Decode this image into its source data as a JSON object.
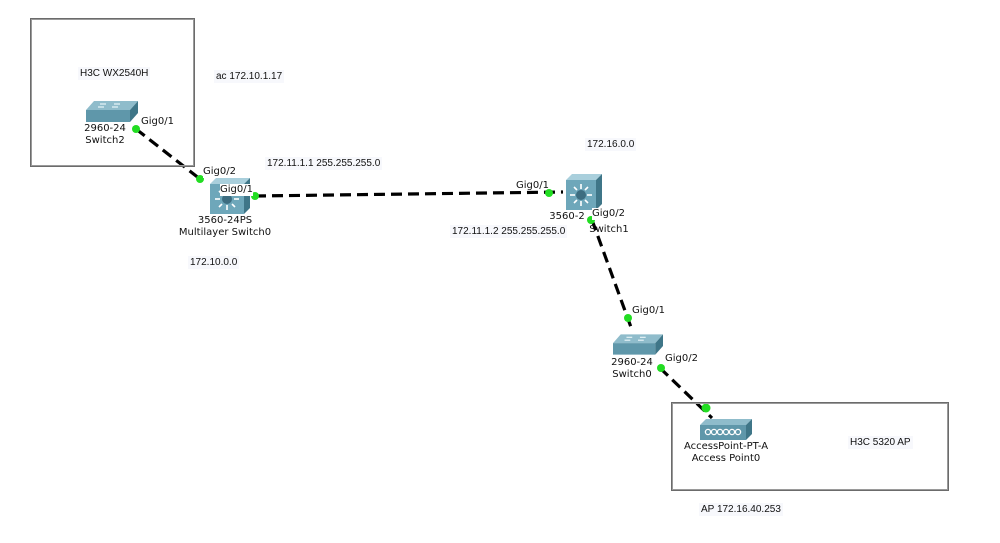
{
  "diagram": {
    "areas": [
      {
        "id": "area-ac",
        "note": "H3C WX2540H"
      },
      {
        "id": "area-ap",
        "note": "H3C 5320 AP"
      }
    ],
    "notes": {
      "ac_ip": "ac 172.10.1.17",
      "link_ip_left": "172.11.1.1 255.255.255.0",
      "link_ip_right": "172.11.1.2 255.255.255.0",
      "net_left": "172.10.0.0",
      "net_right": "172.16.0.0",
      "ap_ip": "AP 172.16.40.253"
    },
    "devices": {
      "switch2": {
        "model": "2960-24",
        "name": "Switch2",
        "icon": "switch-icon"
      },
      "mls0": {
        "model": "3560-24PS",
        "name": "Multilayer Switch0",
        "icon": "multilayer-switch-icon"
      },
      "switch1": {
        "model": "3560-2",
        "name": "Switch1",
        "icon": "multilayer-switch-icon"
      },
      "switch0": {
        "model": "2960-24",
        "name": "Switch0",
        "icon": "switch-icon"
      },
      "ap0": {
        "model": "AccessPoint-PT-A",
        "name": "Access Point0",
        "icon": "access-point-icon"
      }
    },
    "links": [
      {
        "from": "Switch2",
        "from_port": "Gig0/1",
        "to": "Multilayer Switch0",
        "to_port": "Gig0/2",
        "status": "up"
      },
      {
        "from": "Multilayer Switch0",
        "from_port": "Gig0/1",
        "to": "Switch1",
        "to_port": "Gig0/1",
        "status": "up"
      },
      {
        "from": "Switch1",
        "from_port": "Gig0/2",
        "to": "Switch0",
        "to_port": "Gig0/1",
        "status": "up"
      },
      {
        "from": "Switch0",
        "from_port": "Gig0/2",
        "to": "Access Point0",
        "to_port": "",
        "status": "up"
      }
    ],
    "colors": {
      "link": "#000000",
      "port_up": "#22dd22",
      "device_top": "#8fbccb",
      "device_front": "#5f97aa",
      "device_side": "#3f7688"
    }
  }
}
